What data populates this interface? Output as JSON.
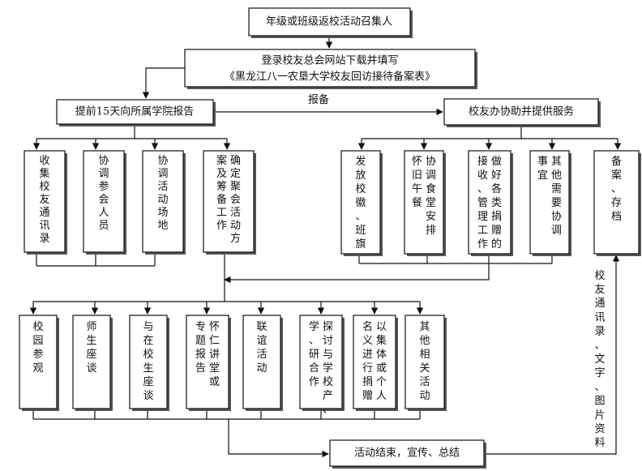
{
  "diagram": {
    "top": "年级或班级返校活动召集人",
    "register": {
      "line1": "登录校友总会网站下载并填写",
      "line2": "《黑龙江八一农垦大学校友回访接待备案表》"
    },
    "left_head": "提前15天向所属学院报告",
    "report_label": "报备",
    "right_head": "校友办协助并提供服务",
    "left_tasks": [
      {
        "cols": [
          "收集校友通讯录"
        ]
      },
      {
        "cols": [
          "协调参会人员"
        ]
      },
      {
        "cols": [
          "协调活动场地"
        ]
      },
      {
        "cols": [
          "确定聚会活动方",
          "案及筹备工作"
        ]
      }
    ],
    "right_tasks": [
      {
        "cols": [
          "发放校徽、班旗"
        ]
      },
      {
        "cols": [
          "协调食堂安排",
          "怀旧午餐"
        ]
      },
      {
        "cols": [
          "做好各类捐赠的",
          "接收、管理工作"
        ]
      },
      {
        "cols": [
          "其他需要协调",
          "事宜"
        ]
      },
      {
        "cols": [
          "备案、存档"
        ]
      }
    ],
    "activities": [
      {
        "cols": [
          "校园参观"
        ]
      },
      {
        "cols": [
          "师生座谈"
        ]
      },
      {
        "cols": [
          "与在校生座谈"
        ]
      },
      {
        "cols": [
          "怀仁讲堂或",
          "专题报告"
        ]
      },
      {
        "cols": [
          "联谊活动"
        ]
      },
      {
        "cols": [
          "探讨与学校产、",
          "学、研合作"
        ]
      },
      {
        "cols": [
          "以集体或个人",
          "名义进行捐赠"
        ]
      },
      {
        "cols": [
          "其他相关活动"
        ]
      }
    ],
    "summary": "活动结束，宣传、总结",
    "archive_label": "校友通讯录、文字、图片资料"
  }
}
